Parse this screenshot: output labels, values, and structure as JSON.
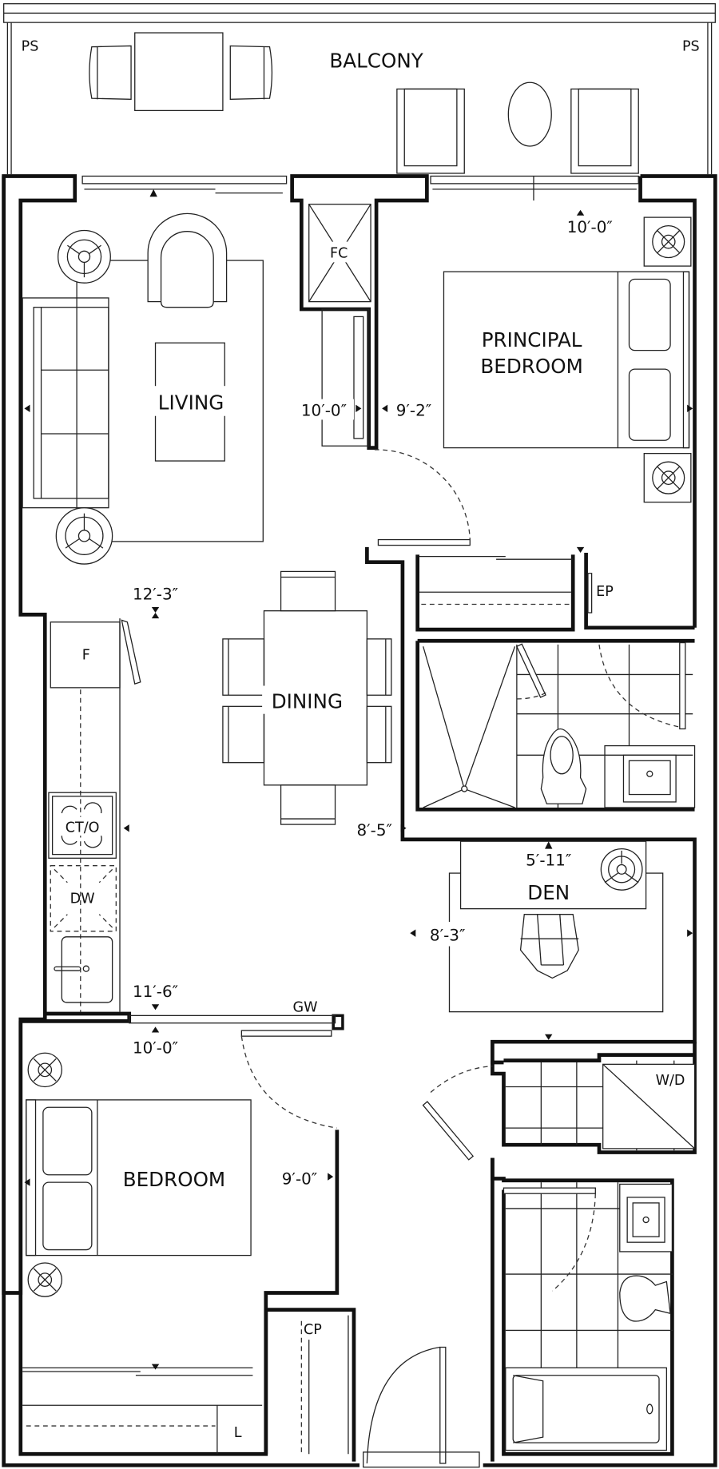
{
  "plan": {
    "rooms": {
      "balcony": "BALCONY",
      "living": "LIVING",
      "dining": "DINING",
      "principal_bedroom_line1": "PRINCIPAL",
      "principal_bedroom_line2": "BEDROOM",
      "den": "DEN",
      "bedroom": "BEDROOM"
    },
    "fixtures": {
      "ps_left": "PS",
      "ps_right": "PS",
      "fc": "FC",
      "fridge": "F",
      "cooktop_oven": "CT/O",
      "dishwasher": "DW",
      "electrical_panel": "EP",
      "washer_dryer": "W/D",
      "gw": "GW",
      "coat_closet": "CP",
      "linen": "L"
    },
    "dimensions": {
      "principal_width": "10′-0″",
      "living_width": "10′-0″",
      "principal_depth": "9′-2″",
      "living_depth": "12′-3″",
      "kitchen_dining": "8′-5″",
      "den_width": "5′-11″",
      "den_depth": "8′-3″",
      "kitchen_length": "11′-6″",
      "bedroom_width": "10′-0″",
      "bedroom_depth": "9′-0″"
    }
  }
}
